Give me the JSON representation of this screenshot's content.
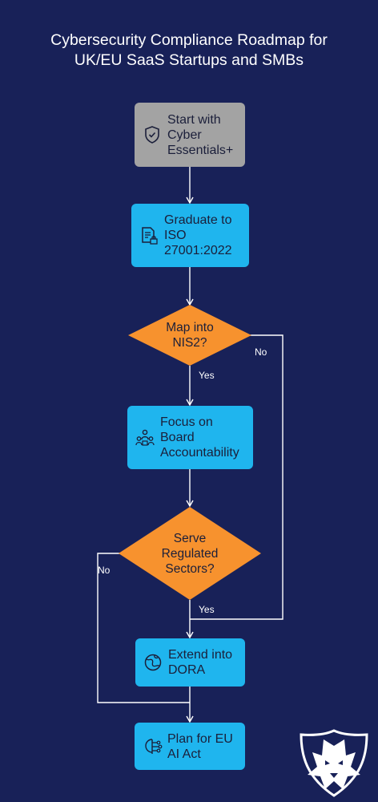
{
  "title": {
    "line1": "Cybersecurity Compliance Roadmap for",
    "line2": "UK/EU SaaS Startups and SMBs"
  },
  "colors": {
    "background": "#182158",
    "start_node": "#a3a3a3",
    "process_node": "#1fb5ee",
    "decision_node": "#f7922e",
    "connector": "#ffffff"
  },
  "nodes": {
    "start": {
      "line1": "Start with",
      "line2": "Cyber",
      "line3": "Essentials+",
      "icon": "shield-check-icon"
    },
    "iso": {
      "line1": "Graduate to",
      "line2": "ISO",
      "line3": "27001:2022",
      "icon": "document-lock-icon"
    },
    "nis2": {
      "line1": "Map into",
      "line2": "NIS2?"
    },
    "board": {
      "line1": "Focus on",
      "line2": "Board",
      "line3": "Accountability",
      "icon": "team-icon"
    },
    "regulated": {
      "line1": "Serve",
      "line2": "Regulated",
      "line3": "Sectors?"
    },
    "dora": {
      "line1": "Extend into",
      "line2": "DORA",
      "icon": "globe-icon"
    },
    "ai_act": {
      "line1": "Plan for EU",
      "line2": "AI Act",
      "icon": "circuit-icon"
    }
  },
  "edges": {
    "nis2_yes": "Yes",
    "nis2_no": "No",
    "regulated_yes": "Yes",
    "regulated_no": "No"
  },
  "logo": "wolf-shield-logo"
}
